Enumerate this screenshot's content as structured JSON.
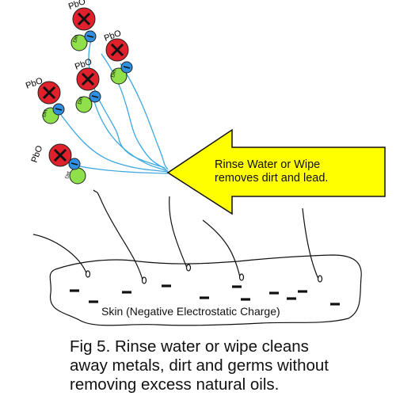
{
  "particles": {
    "metal_label": "PbO",
    "dirt_label": "Dirt",
    "charge_sign": "−",
    "colors": {
      "lead": "#e0202a",
      "dirt": "#2f8fe0",
      "germ": "#8fe04a",
      "water": "#3aa8e0"
    }
  },
  "arrow": {
    "line1": "Rinse Water or Wipe",
    "line2": "removes dirt and lead.",
    "color": "#ffff00"
  },
  "skin": {
    "label": "Skin (Negative Electrostatic Charge)"
  },
  "caption": {
    "line1": "Fig 5. Rinse water or wipe cleans",
    "line2": "away metals, dirt and germs without",
    "line3": "removing excess natural oils."
  }
}
